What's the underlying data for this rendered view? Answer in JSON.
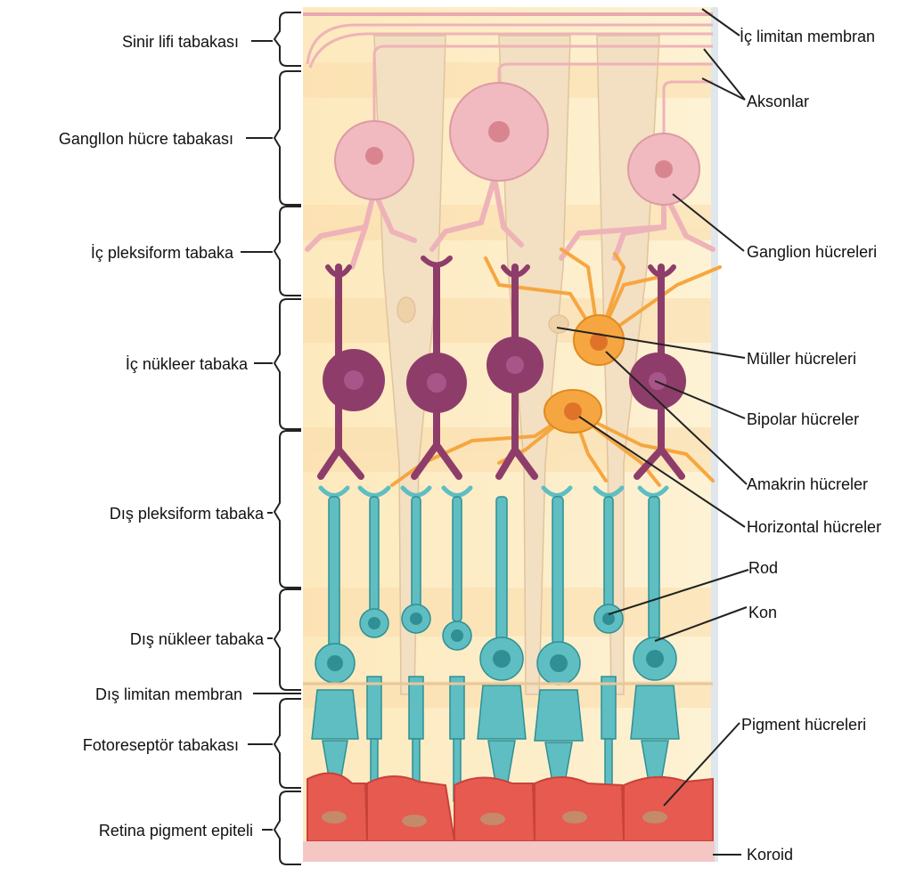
{
  "left_labels": [
    {
      "key": "sinir_lifi",
      "text": "Sinir lifi tabakası"
    },
    {
      "key": "ganglion_tabaka",
      "text": "GanglIon hücre tabakası"
    },
    {
      "key": "ic_pleksiform",
      "text": "İç pleksiform tabaka"
    },
    {
      "key": "ic_nukleer",
      "text": "İç nükleer tabaka"
    },
    {
      "key": "dis_pleksiform",
      "text": "Dış pleksiform tabaka"
    },
    {
      "key": "dis_nukleer",
      "text": "Dış nükleer tabaka"
    },
    {
      "key": "dis_limitan",
      "text": "Dış limitan membran"
    },
    {
      "key": "fotoreseptor",
      "text": "Fotoreseptör tabakası"
    },
    {
      "key": "rpe",
      "text": "Retina pigment epiteli"
    }
  ],
  "right_labels": [
    {
      "key": "ic_limitan",
      "text": "İç limitan membran"
    },
    {
      "key": "aksonlar",
      "text": "Aksonlar"
    },
    {
      "key": "ganglion_hucreleri",
      "text": "Ganglion hücreleri"
    },
    {
      "key": "muller",
      "text": "Müller hücreleri"
    },
    {
      "key": "bipolar",
      "text": "Bipolar hücreler"
    },
    {
      "key": "amakrin",
      "text": "Amakrin hücreler"
    },
    {
      "key": "horizontal",
      "text": "Horizontal hücreler"
    },
    {
      "key": "rod",
      "text": "Rod"
    },
    {
      "key": "kon",
      "text": "Kon"
    },
    {
      "key": "pigment",
      "text": "Pigment hücreleri"
    },
    {
      "key": "koroid",
      "text": "Koroid"
    }
  ],
  "colors": {
    "background": "#fdefc4",
    "band": "#fbe3b4",
    "ganglion": "#eeb7bd",
    "ganglion_nucleus": "#d9858f",
    "bipolar": "#8e3d6b",
    "bipolar_nucleus": "#7a2e5a",
    "orange_cell": "#f6a640",
    "muller": "#f0dcbd",
    "photoreceptor": "#5fbec1",
    "photoreceptor_dark": "#2f8f94",
    "pigment": "#e65a50",
    "choroid": "#f4c7c4"
  }
}
